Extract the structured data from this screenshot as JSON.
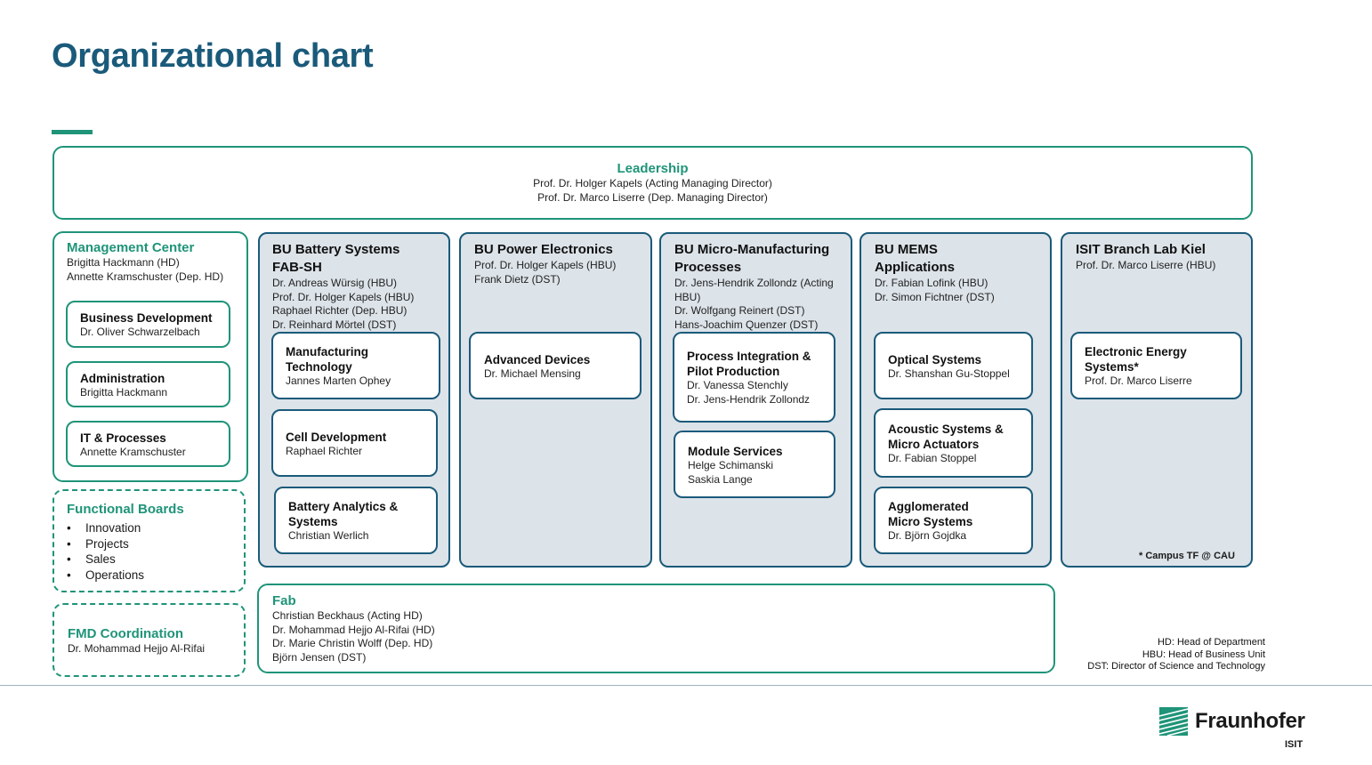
{
  "page_title": "Organizational chart",
  "leadership": {
    "title": "Leadership",
    "line1": "Prof. Dr. Holger Kapels (Acting Managing Director)",
    "line2": "Prof. Dr. Marco Liserre (Dep. Managing Director)"
  },
  "management_center": {
    "title": "Management Center",
    "line1": "Brigitta Hackmann (HD)",
    "line2": "Annette Kramschuster (Dep. HD)",
    "units": [
      {
        "name": "Business Development",
        "person": "Dr. Oliver Schwarzelbach"
      },
      {
        "name": "Administration",
        "person": "Brigitta Hackmann"
      },
      {
        "name": "IT & Processes",
        "person": "Annette Kramschuster"
      }
    ]
  },
  "functional_boards": {
    "title": "Functional Boards",
    "items": [
      "Innovation",
      "Projects",
      "Sales",
      "Operations"
    ]
  },
  "fmd": {
    "title": "FMD Coordination",
    "person": "Dr. Mohammad Hejjo Al-Rifai"
  },
  "bu_battery": {
    "title_1": "BU Battery Systems",
    "title_2": "FAB-SH",
    "people": [
      "Dr. Andreas Würsig (HBU)",
      "Prof. Dr. Holger Kapels (HBU)",
      "Raphael Richter (Dep. HBU)",
      "Dr. Reinhard Mörtel (DST)"
    ],
    "units": [
      {
        "name_1": "Manufacturing",
        "name_2": "Technology",
        "person": "Jannes Marten Ophey"
      },
      {
        "name_1": "Cell Development",
        "person": "Raphael Richter"
      },
      {
        "name_1": "Battery Analytics &",
        "name_2": "Systems",
        "person": "Christian Werlich"
      }
    ]
  },
  "bu_power": {
    "title_1": "BU Power Electronics",
    "people": [
      "Prof. Dr. Holger Kapels (HBU)",
      "Frank Dietz (DST)"
    ],
    "units": [
      {
        "name_1": "Advanced Devices",
        "person": "Dr. Michael Mensing"
      }
    ]
  },
  "bu_micro": {
    "title_1": "BU Micro-Manufacturing",
    "title_2": "Processes",
    "people": [
      "Dr. Jens-Hendrik Zollondz (Acting",
      "HBU)",
      "Dr. Wolfgang Reinert (DST)",
      "Hans-Joachim Quenzer (DST)"
    ],
    "units": [
      {
        "name_1": "Process Integration &",
        "name_2": "Pilot Production",
        "person_1": "Dr. Vanessa Stenchly",
        "person_2": "Dr. Jens-Hendrik Zollondz"
      },
      {
        "name_1": "Module Services",
        "person_1": "Helge Schimanski",
        "person_2": "Saskia Lange"
      }
    ]
  },
  "bu_mems": {
    "title_1": "BU MEMS",
    "title_2": "Applications",
    "people": [
      "Dr. Fabian Lofink (HBU)",
      "Dr. Simon Fichtner (DST)"
    ],
    "units": [
      {
        "name_1": "Optical Systems",
        "person": "Dr. Shanshan Gu-Stoppel"
      },
      {
        "name_1": "Acoustic Systems &",
        "name_2": "Micro Actuators",
        "person": "Dr. Fabian Stoppel"
      },
      {
        "name_1": "Agglomerated",
        "name_2": "Micro Systems",
        "person": "Dr. Björn Gojdka"
      }
    ]
  },
  "isit_kiel": {
    "title_1": "ISIT Branch Lab Kiel",
    "people": [
      "Prof. Dr. Marco Liserre (HBU)"
    ],
    "units": [
      {
        "name_1": "Electronic Energy",
        "name_2": "Systems*",
        "person": "Prof. Dr. Marco Liserre"
      }
    ],
    "footnote": "* Campus TF @ CAU"
  },
  "fab": {
    "title": "Fab",
    "people": [
      "Christian Beckhaus (Acting HD)",
      "Dr. Mohammad Hejjo Al-Rifai  (HD)",
      "Dr. Marie Christin Wolff (Dep. HD)",
      "Björn Jensen (DST)"
    ]
  },
  "legend": {
    "hd": "HD: Head of Department",
    "hbu": "HBU: Head of Business Unit",
    "dst": "DST: Director of Science and Technology"
  },
  "logo": {
    "name": "Fraunhofer",
    "sub": "ISIT",
    "icon": "fraunhofer-logo-icon",
    "color": "#1f9479"
  },
  "colors": {
    "green": "#1f9479",
    "navy": "#1a5a7a",
    "bu_fill": "#dce3e9"
  }
}
